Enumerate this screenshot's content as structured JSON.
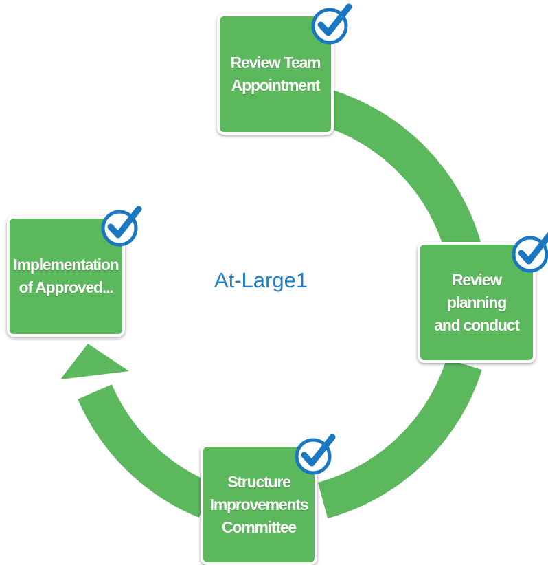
{
  "title": "At-Large1",
  "stages": [
    {
      "label": "Review Team\nAppointment",
      "completed": true
    },
    {
      "label": "Review planning\nand conduct",
      "completed": true
    },
    {
      "label": "Structure\nImprovements\nCommittee",
      "completed": true
    },
    {
      "label": "Implementation\nof Approved...",
      "completed": true
    }
  ],
  "colors": {
    "stage_fill": "#5cb85c",
    "arrow": "#5cb85c",
    "check_badge": "#1a78c2",
    "title_text": "#1e7fc4"
  },
  "icons": {
    "stage_badge": "checkmark-circle-icon"
  }
}
